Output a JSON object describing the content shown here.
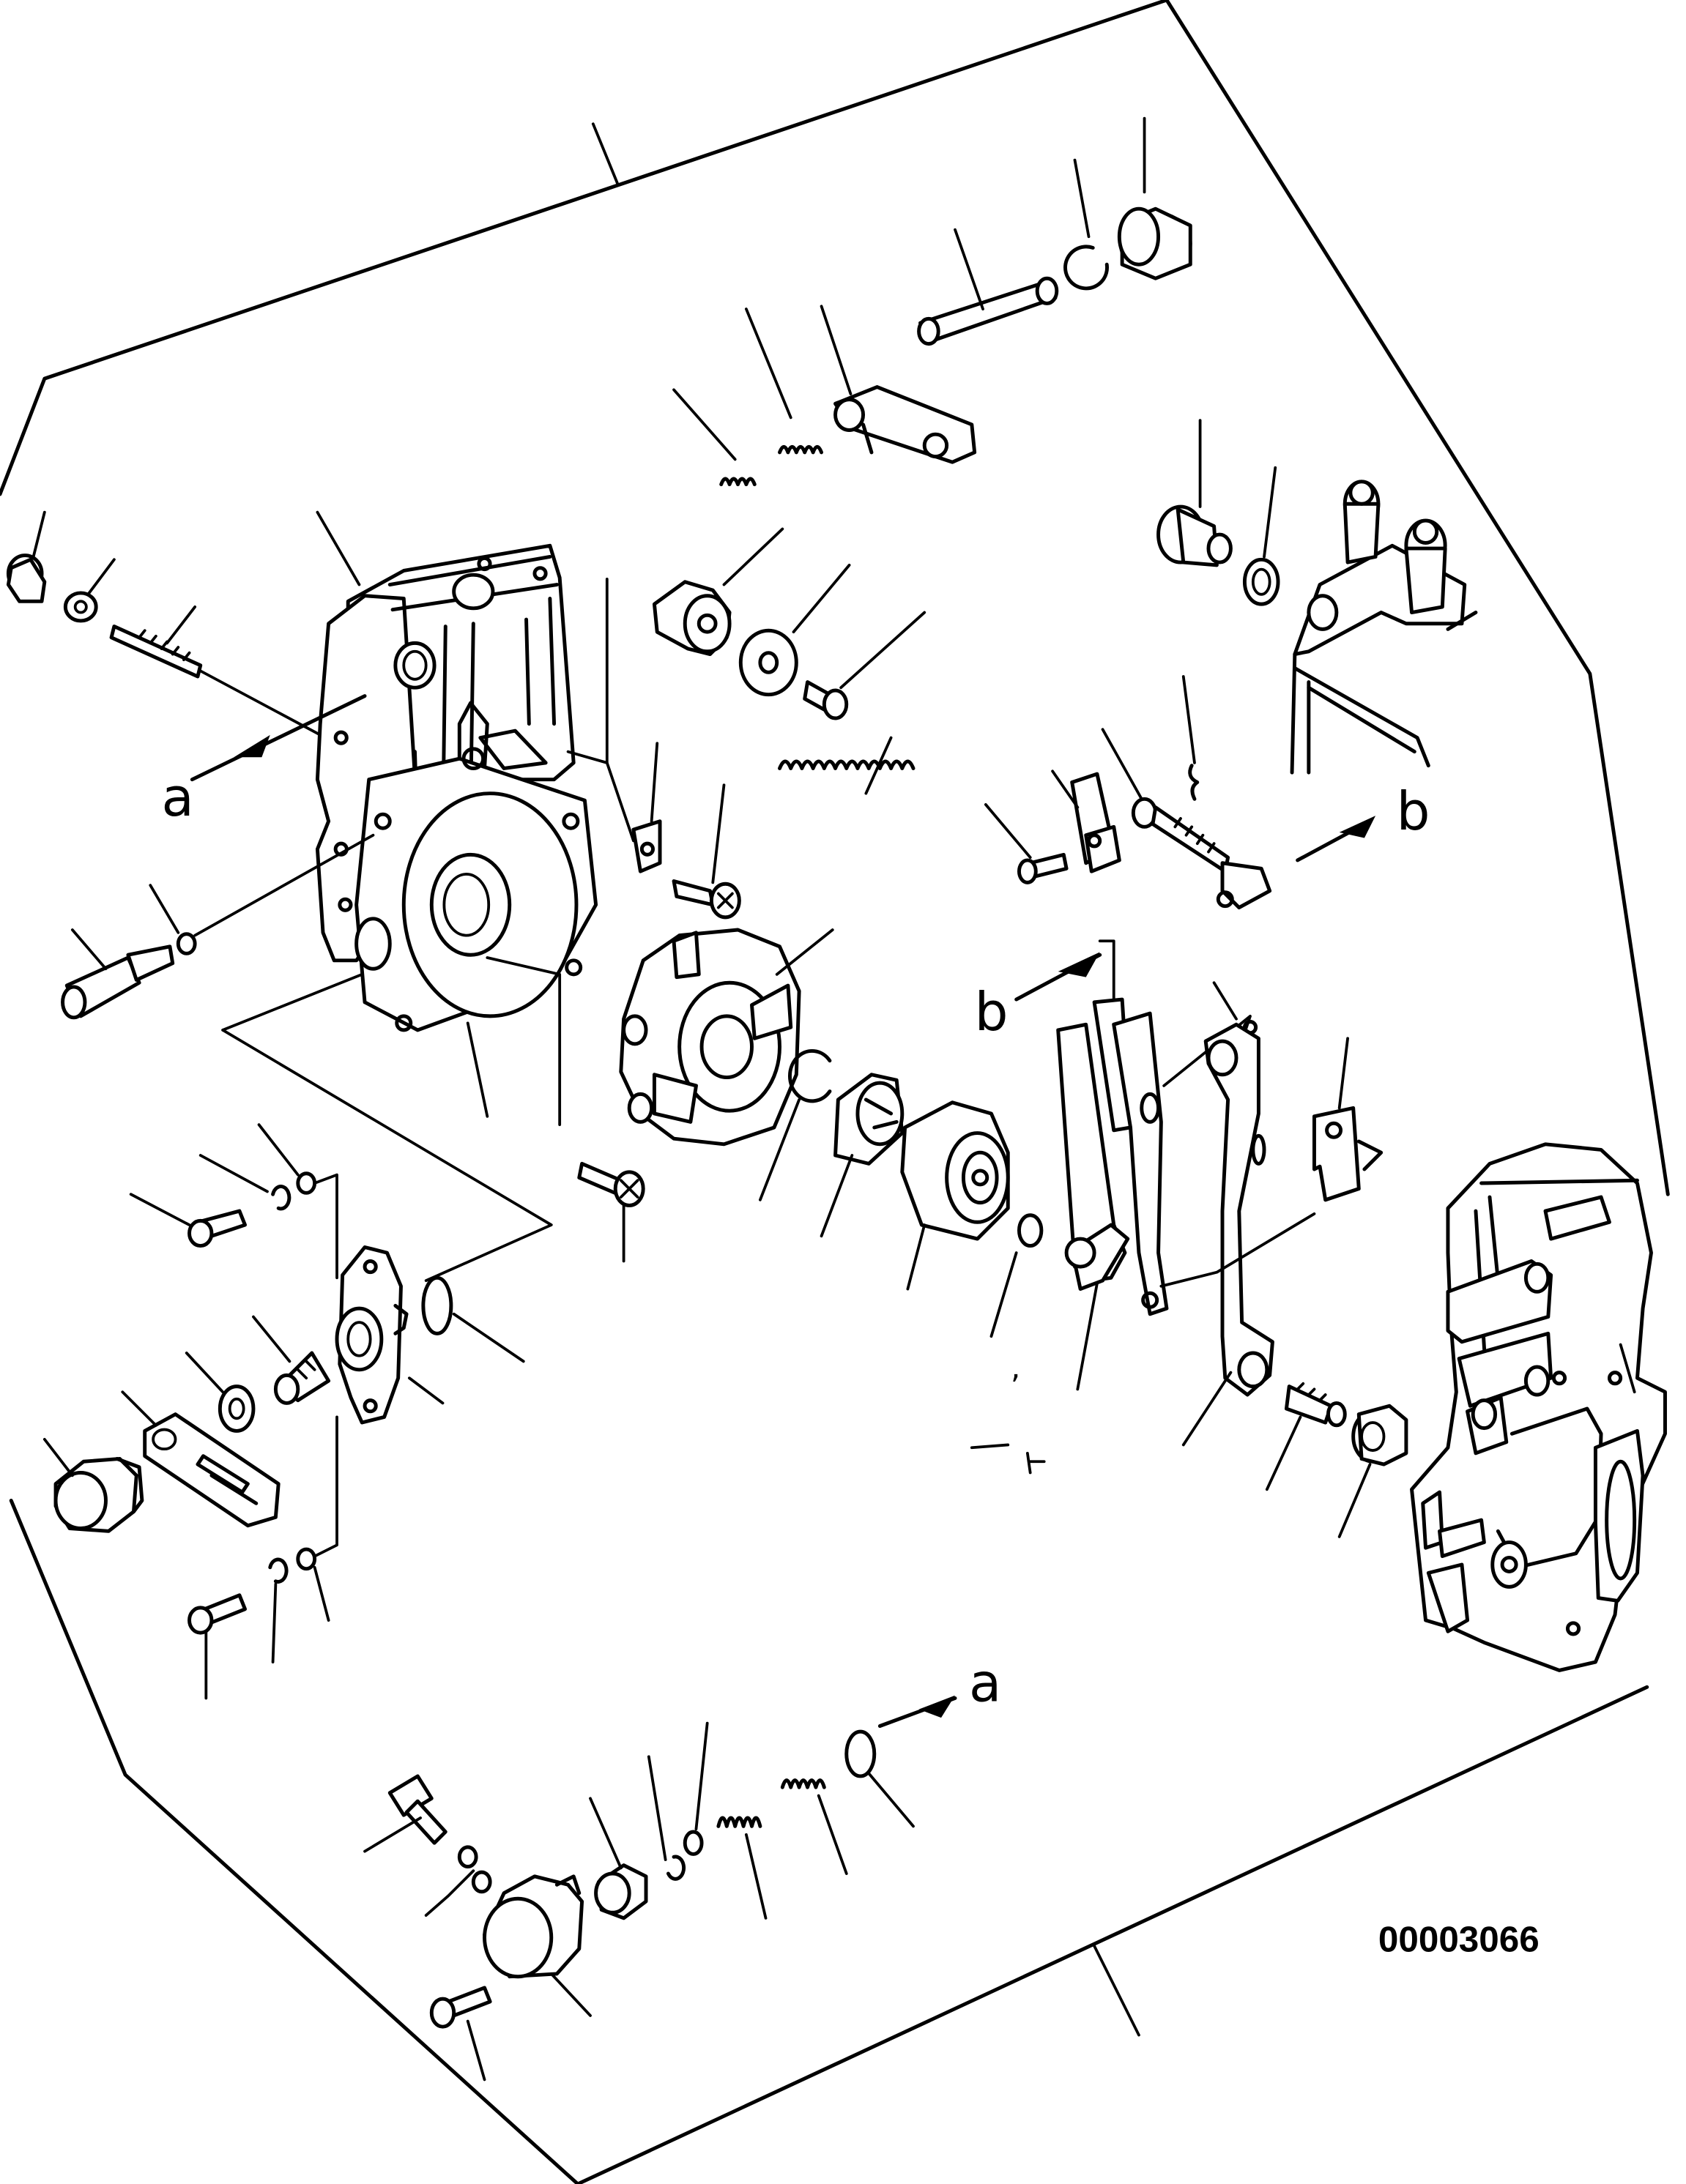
{
  "drawing_number": "00003066",
  "ref_labels": {
    "a_upper": "a",
    "a_lower": "a",
    "b_upper": "b",
    "b_lower": "b"
  }
}
